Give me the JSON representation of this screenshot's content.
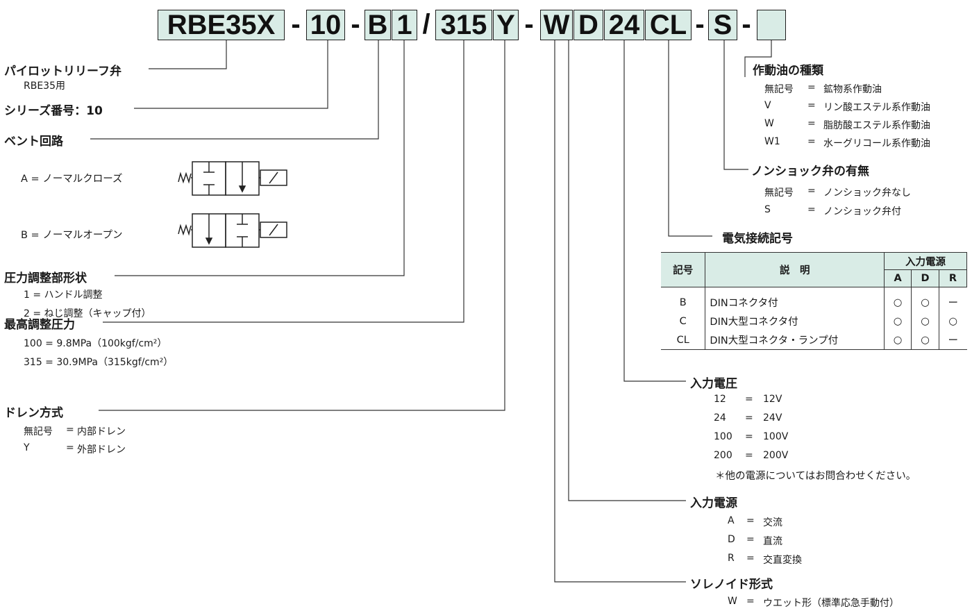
{
  "code_boxes": [
    "RBE35X",
    "10",
    "B",
    "1",
    "315",
    "Y",
    "W",
    "D",
    "24",
    "CL",
    "S",
    ""
  ],
  "separators": [
    "-",
    "-",
    "/",
    "-",
    "-",
    "-"
  ],
  "pilot_relief": {
    "title": "パイロットリリーフ弁",
    "sub": "RBE35用"
  },
  "series": {
    "title": "シリーズ番号：10"
  },
  "vent": {
    "title": "ベント回路",
    "a_label": "A = ノーマルクローズ",
    "b_label": "B = ノーマルオープン"
  },
  "pressure_adjust": {
    "title": "圧力調整部形状",
    "items": [
      "1 = ハンドル調整",
      "2 = ねじ調整（キャップ付）"
    ]
  },
  "max_pressure": {
    "title": "最高調整圧力",
    "items": [
      "100 = 9.8MPa（100kgf/cm²）",
      "315 = 30.9MPa（315kgf/cm²）"
    ]
  },
  "drain": {
    "title": "ドレン方式",
    "items": [
      {
        "code": "無記号",
        "eq": "=",
        "desc": "内部ドレン"
      },
      {
        "code": "Y",
        "eq": "=",
        "desc": "外部ドレン"
      }
    ]
  },
  "oil_type": {
    "title": "作動油の種類",
    "items": [
      {
        "code": "無記号",
        "eq": "=",
        "desc": "鉱物系作動油"
      },
      {
        "code": "V",
        "eq": "=",
        "desc": "リン酸エステル系作動油"
      },
      {
        "code": "W",
        "eq": "=",
        "desc": "脂肪酸エステル系作動油"
      },
      {
        "code": "W1",
        "eq": "=",
        "desc": "水ーグリコール系作動油"
      }
    ]
  },
  "nonshock": {
    "title": "ノンショック弁の有無",
    "items": [
      {
        "code": "無記号",
        "eq": "=",
        "desc": "ノンショック弁なし"
      },
      {
        "code": "S",
        "eq": "=",
        "desc": "ノンショック弁付"
      }
    ]
  },
  "electric": {
    "title": "電気接続記号",
    "headers": {
      "code": "記号",
      "desc": "説　明",
      "power": "入力電源",
      "cols": [
        "A",
        "D",
        "R"
      ]
    },
    "rows": [
      {
        "code": "B",
        "desc": "DINコネクタ付",
        "a": "○",
        "d": "○",
        "r": "ー"
      },
      {
        "code": "C",
        "desc": "DIN大型コネクタ付",
        "a": "○",
        "d": "○",
        "r": "○"
      },
      {
        "code": "CL",
        "desc": "DIN大型コネクタ・ランプ付",
        "a": "○",
        "d": "○",
        "r": "ー"
      }
    ]
  },
  "voltage": {
    "title": "入力電圧",
    "items": [
      {
        "code": "12",
        "eq": "=",
        "desc": "12V"
      },
      {
        "code": "24",
        "eq": "=",
        "desc": "24V"
      },
      {
        "code": "100",
        "eq": "=",
        "desc": "100V"
      },
      {
        "code": "200",
        "eq": "=",
        "desc": "200V"
      }
    ],
    "note": "＊他の電源についてはお問合わせください。"
  },
  "power": {
    "title": "入力電源",
    "items": [
      {
        "code": "A",
        "eq": "=",
        "desc": "交流"
      },
      {
        "code": "D",
        "eq": "=",
        "desc": "直流"
      },
      {
        "code": "R",
        "eq": "=",
        "desc": "交直変換"
      }
    ]
  },
  "solenoid": {
    "title": "ソレノイド形式",
    "items": [
      {
        "code": "W",
        "eq": "=",
        "desc": "ウエット形（標準応急手動付）"
      }
    ]
  }
}
